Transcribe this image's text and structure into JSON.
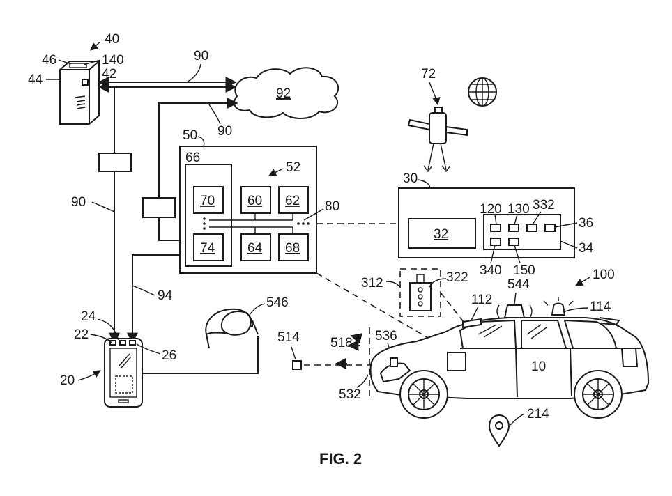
{
  "figure": {
    "caption": "FIG. 2",
    "refs": {
      "r40": "40",
      "r46": "46",
      "r140": "140",
      "r42": "42",
      "r44": "44",
      "r90a": "90",
      "r90b": "90",
      "r90c": "90",
      "r92": "92",
      "r72": "72",
      "r50": "50",
      "r66": "66",
      "r52": "52",
      "r70": "70",
      "r60": "60",
      "r62": "62",
      "r80": "80",
      "r74": "74",
      "r64": "64",
      "r68": "68",
      "r30": "30",
      "r32": "32",
      "r120": "120",
      "r130": "130",
      "r332": "332",
      "r36": "36",
      "r34": "34",
      "r340": "340",
      "r150": "150",
      "r312": "312",
      "r322": "322",
      "r544": "544",
      "r100": "100",
      "r112": "112",
      "r114": "114",
      "r94": "94",
      "r546": "546",
      "r24": "24",
      "r22": "22",
      "r26": "26",
      "r20": "20",
      "r514": "514",
      "r518": "518",
      "r536": "536",
      "r532": "532",
      "r10": "10",
      "r214": "214"
    }
  }
}
